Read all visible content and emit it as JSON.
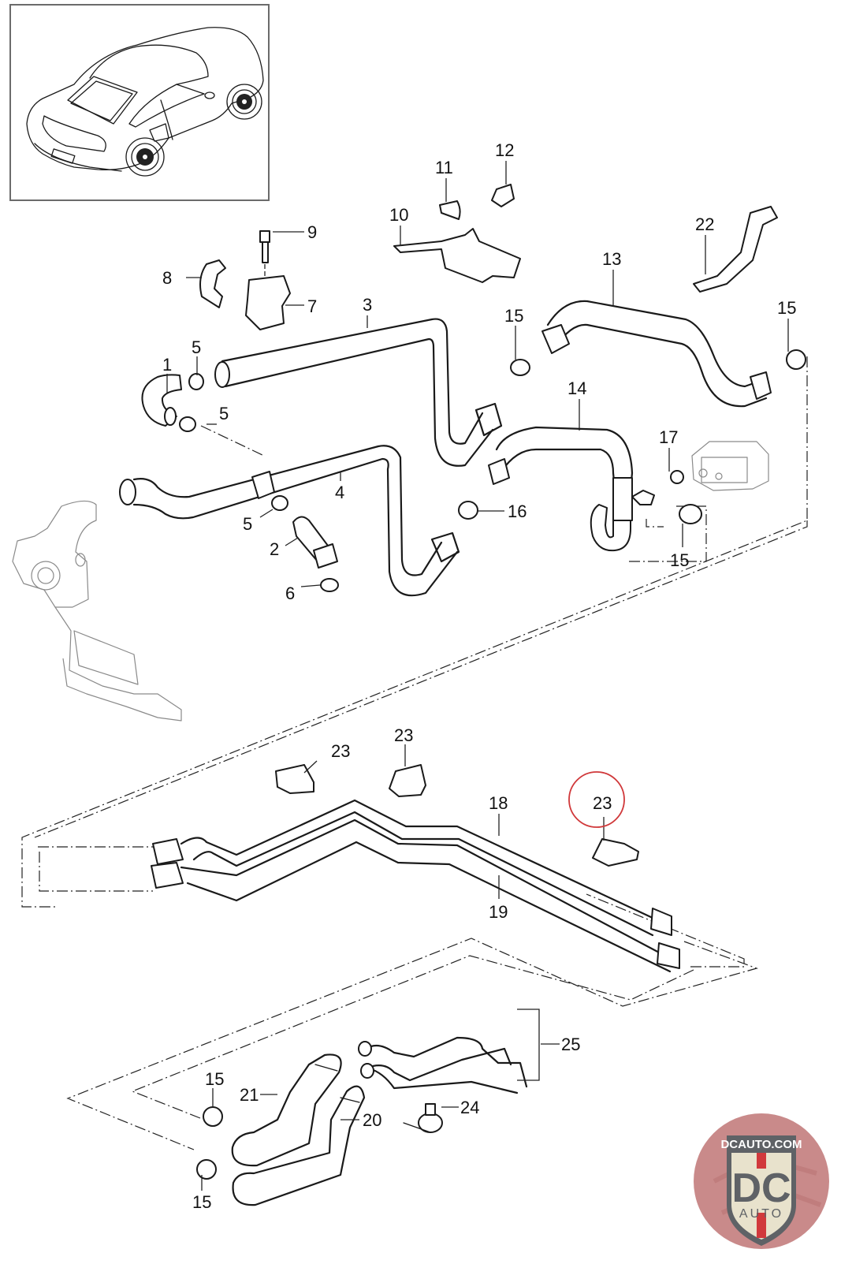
{
  "diagram": {
    "title": "Coolant hose routing exploded parts diagram",
    "vehicle_inset": "Rear three-quarter view of sports coupe",
    "highlight_color": "#d0383a",
    "callouts": [
      {
        "id": "c1",
        "label": "1"
      },
      {
        "id": "c2",
        "label": "2"
      },
      {
        "id": "c3",
        "label": "3"
      },
      {
        "id": "c4",
        "label": "4"
      },
      {
        "id": "c5a",
        "label": "5"
      },
      {
        "id": "c5b",
        "label": "5"
      },
      {
        "id": "c5c",
        "label": "5"
      },
      {
        "id": "c6",
        "label": "6"
      },
      {
        "id": "c7",
        "label": "7"
      },
      {
        "id": "c8",
        "label": "8"
      },
      {
        "id": "c9",
        "label": "9"
      },
      {
        "id": "c10",
        "label": "10"
      },
      {
        "id": "c11",
        "label": "11"
      },
      {
        "id": "c12",
        "label": "12"
      },
      {
        "id": "c13",
        "label": "13"
      },
      {
        "id": "c14",
        "label": "14"
      },
      {
        "id": "c15a",
        "label": "15"
      },
      {
        "id": "c15b",
        "label": "15"
      },
      {
        "id": "c15c",
        "label": "15"
      },
      {
        "id": "c15d",
        "label": "15"
      },
      {
        "id": "c15e",
        "label": "15"
      },
      {
        "id": "c16",
        "label": "16"
      },
      {
        "id": "c17",
        "label": "17"
      },
      {
        "id": "c18",
        "label": "18"
      },
      {
        "id": "c19",
        "label": "19"
      },
      {
        "id": "c20",
        "label": "20"
      },
      {
        "id": "c21",
        "label": "21"
      },
      {
        "id": "c22",
        "label": "22"
      },
      {
        "id": "c23a",
        "label": "23"
      },
      {
        "id": "c23b",
        "label": "23"
      },
      {
        "id": "c23c",
        "label": "23",
        "highlighted": true
      },
      {
        "id": "c24",
        "label": "24"
      },
      {
        "id": "c25",
        "label": "25"
      }
    ]
  },
  "watermark": {
    "url_text": "DCAUTO.COM",
    "monogram": "DC",
    "subtext": "AUTO",
    "colors": {
      "badge_bg": "#c98a8a",
      "shield": "#e8e2cc",
      "letters": "#5f6266",
      "stripe": "#d1393c"
    }
  }
}
